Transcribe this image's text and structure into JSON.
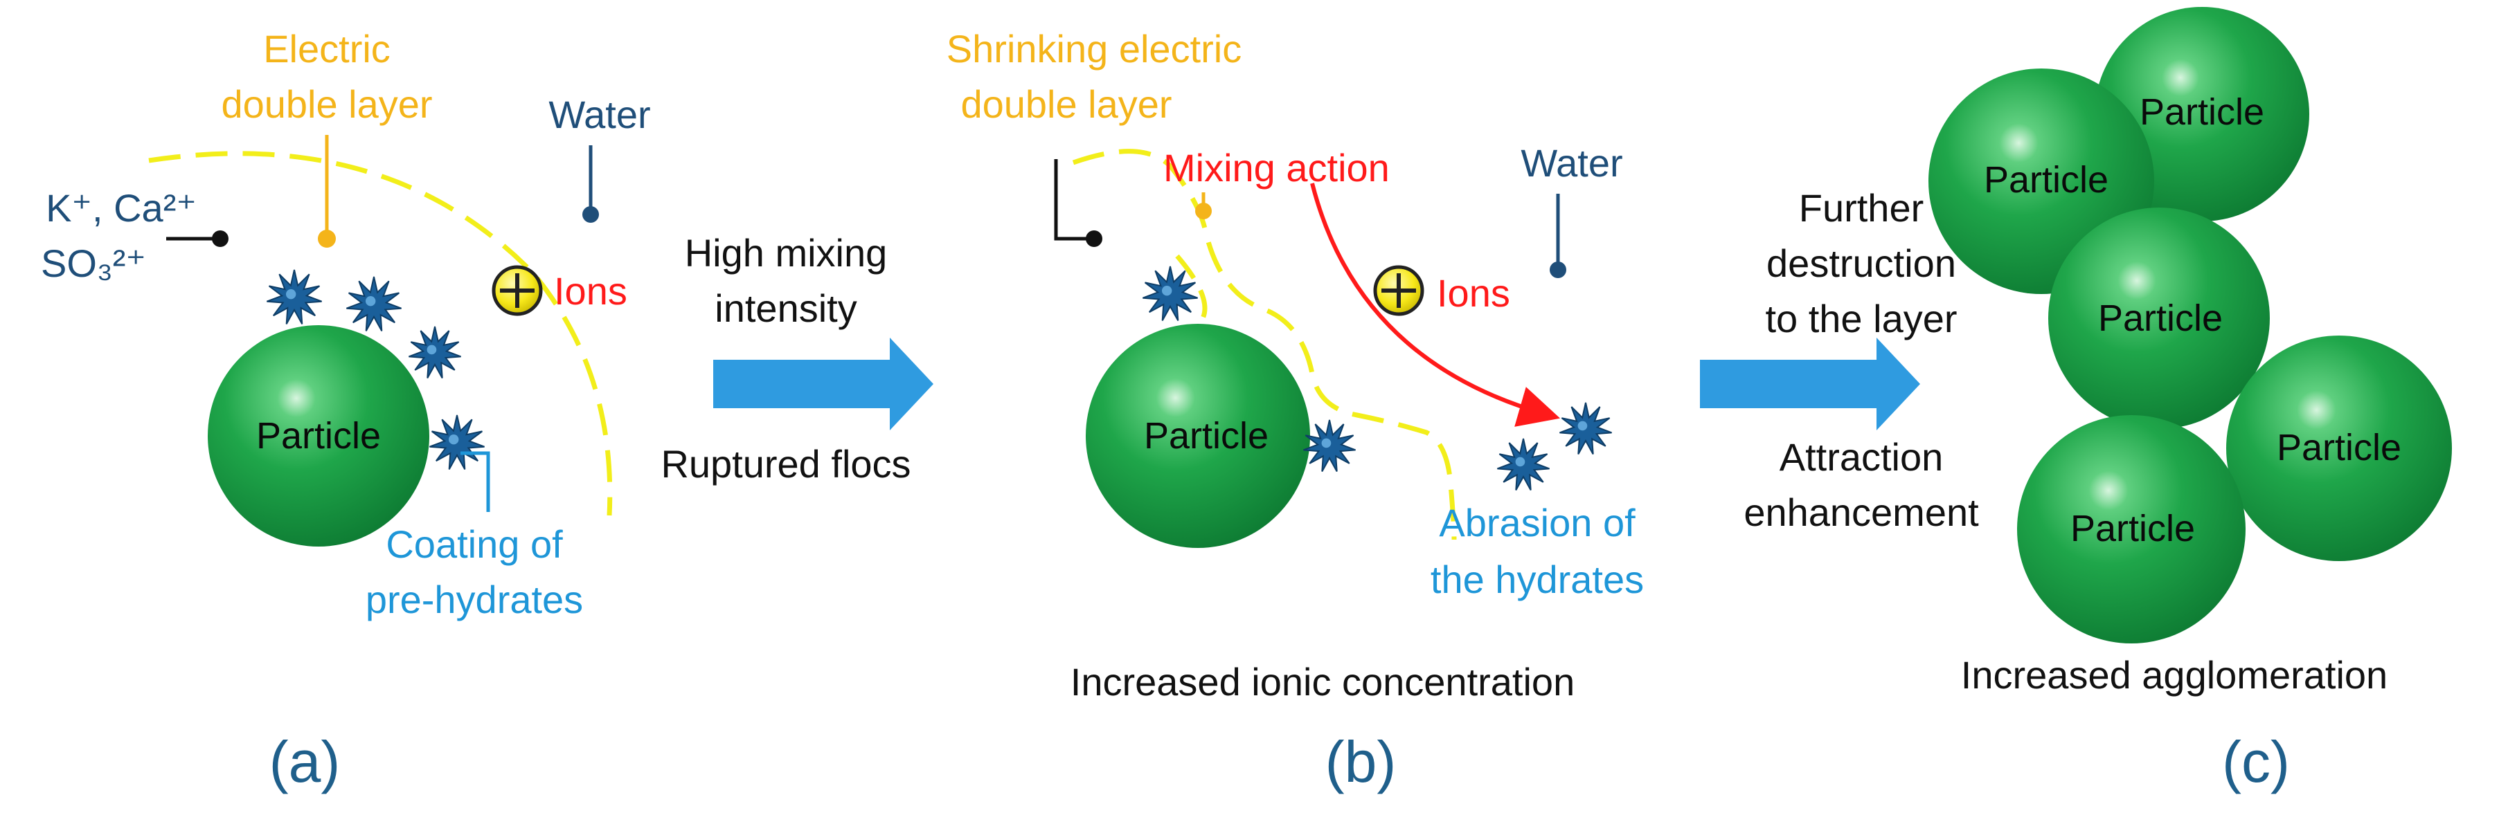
{
  "colors": {
    "particle": "#1fa64a",
    "particle_dark": "#0d7a32",
    "layer": "#f2ee1a",
    "layer_label": "#f4b41a",
    "water": "#1f4e79",
    "ions": "#ff1a1a",
    "hydrate_label": "#1e96d8",
    "arrow": "#2f9be0",
    "hydrate": "#1a5f9a",
    "ion_ball": "#f7e81a",
    "black": "#111111"
  },
  "panel_a": {
    "layer_label_1": "Electric",
    "layer_label_2": "double layer",
    "water_label": "Water",
    "ions_chem_line1": "K⁺, Ca²⁺",
    "ions_chem_line2": "SO₃²⁺",
    "ions_label": "Ions",
    "particle_label": "Particle",
    "coating_line1": "Coating of",
    "coating_line2": "pre-hydrates",
    "panel_label": "(a)"
  },
  "arrow_ab": {
    "top_line1": "High mixing",
    "top_line2": "intensity",
    "bottom": "Ruptured flocs"
  },
  "panel_b": {
    "layer_label_1": "Shrinking electric",
    "layer_label_2": "double layer",
    "mixing_label": "Mixing action",
    "water_label": "Water",
    "ions_label": "Ions",
    "particle_label": "Particle",
    "abrasion_line1": "Abrasion of",
    "abrasion_line2": "the hydrates",
    "caption": "Increased ionic concentration",
    "panel_label": "(b)"
  },
  "arrow_bc": {
    "top_line1": "Further",
    "top_line2": "destruction",
    "top_line3": "to the layer",
    "bottom_line1": "Attraction",
    "bottom_line2": "enhancement"
  },
  "panel_c": {
    "particles": [
      "Particle",
      "Particle",
      "Particle",
      "Particle",
      "Particle"
    ],
    "caption": "Increased agglomeration",
    "panel_label": "(c)"
  }
}
